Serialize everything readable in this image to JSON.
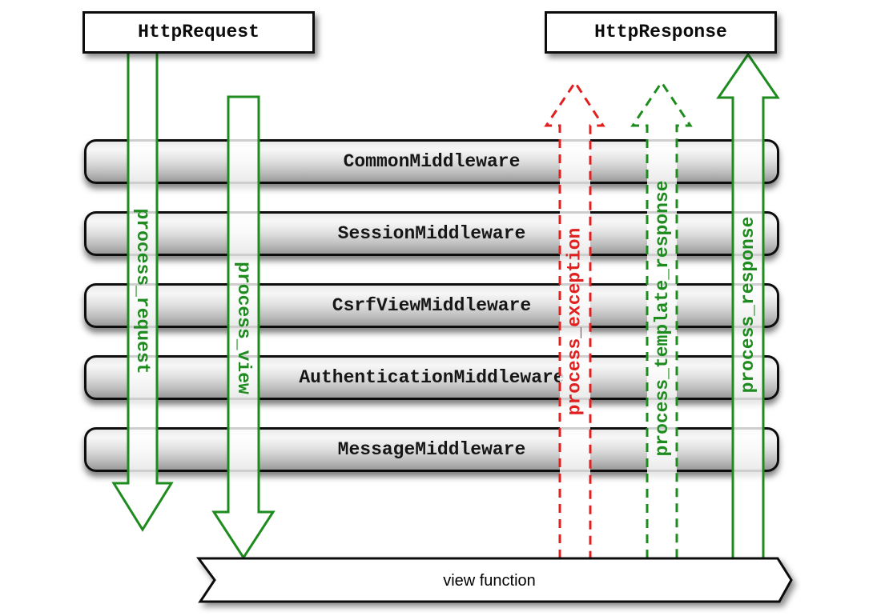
{
  "request_box": {
    "label": "HttpRequest"
  },
  "response_box": {
    "label": "HttpResponse"
  },
  "middleware": {
    "layers": [
      "CommonMiddleware",
      "SessionMiddleware",
      "CsrfViewMiddleware",
      "AuthenticationMiddleware",
      "MessageMiddleware"
    ]
  },
  "arrows": {
    "process_request": {
      "label": "process_request",
      "direction": "down",
      "style": "solid"
    },
    "process_view": {
      "label": "process_view",
      "direction": "down",
      "style": "solid"
    },
    "process_exception": {
      "label": "process_exception",
      "direction": "up",
      "style": "dashed"
    },
    "process_template_response": {
      "label": "process_template_response",
      "direction": "up",
      "style": "dashed"
    },
    "process_response": {
      "label": "process_response",
      "direction": "up",
      "style": "solid"
    }
  },
  "view_banner": {
    "label": "view function"
  },
  "colors": {
    "green": "#1e8b1e",
    "red": "#e01f1f"
  }
}
